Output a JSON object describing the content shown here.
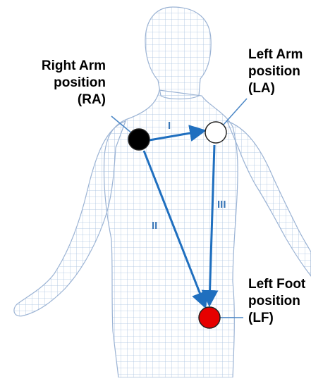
{
  "electrodes": [
    {
      "id": "ra",
      "lines": [
        "Right Arm",
        "position",
        "(RA)"
      ],
      "fill": "#000000"
    },
    {
      "id": "la",
      "lines": [
        "Left Arm",
        "position",
        "(LA)"
      ],
      "fill": "#ffffff"
    },
    {
      "id": "lf",
      "lines": [
        "Left Foot",
        "position",
        "(LF)"
      ],
      "fill": "#e60000"
    }
  ],
  "leads": {
    "I": "I",
    "II": "II",
    "III": "III"
  },
  "colors": {
    "arrow": "#1f6fbf",
    "mesh": "#a9c1e0",
    "lead_label": "#3a77b8",
    "label_line": "#4a86c6"
  }
}
